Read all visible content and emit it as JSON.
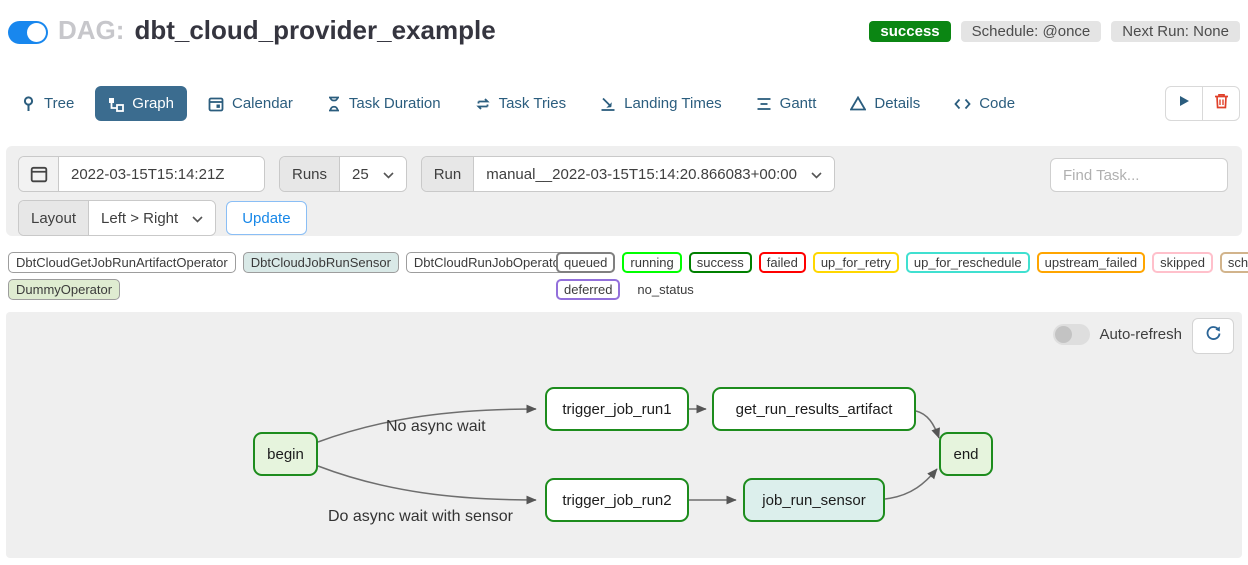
{
  "header": {
    "dag_prefix": "DAG:",
    "dag_title": "dbt_cloud_provider_example",
    "badges": {
      "status": "success",
      "schedule": "Schedule: @once",
      "next_run": "Next Run: None"
    }
  },
  "tabs": [
    {
      "label": "Tree",
      "icon": "tree-icon",
      "active": false
    },
    {
      "label": "Graph",
      "icon": "graph-icon",
      "active": true
    },
    {
      "label": "Calendar",
      "icon": "calendar-icon",
      "active": false
    },
    {
      "label": "Task Duration",
      "icon": "hourglass-icon",
      "active": false
    },
    {
      "label": "Task Tries",
      "icon": "retry-arrows-icon",
      "active": false
    },
    {
      "label": "Landing Times",
      "icon": "plane-landing-icon",
      "active": false
    },
    {
      "label": "Gantt",
      "icon": "gantt-bars-icon",
      "active": false
    },
    {
      "label": "Details",
      "icon": "triangle-icon",
      "active": false
    },
    {
      "label": "Code",
      "icon": "code-brackets-icon",
      "active": false
    }
  ],
  "filter": {
    "date_value": "2022-03-15T15:14:21Z",
    "runs_label": "Runs",
    "runs_value": "25",
    "run_label": "Run",
    "run_value": "manual__2022-03-15T15:14:20.866083+00:00",
    "find_task_placeholder": "Find Task...",
    "layout_label": "Layout",
    "layout_value": "Left > Right",
    "update_label": "Update"
  },
  "legend": {
    "operators": [
      {
        "label": "DbtCloudGetJobRunArtifactOperator",
        "bg": "#ffffff"
      },
      {
        "label": "DbtCloudJobRunSensor",
        "bg": "#d9e9e7"
      },
      {
        "label": "DbtCloudRunJobOperator",
        "bg": "#ffffff"
      },
      {
        "label": "DummyOperator",
        "bg": "#dfecd1"
      }
    ],
    "statuses": [
      {
        "label": "queued",
        "border": "#808080"
      },
      {
        "label": "running",
        "border": "#00ff00"
      },
      {
        "label": "success",
        "border": "#008000"
      },
      {
        "label": "failed",
        "border": "#ff0000"
      },
      {
        "label": "up_for_retry",
        "border": "#ffd700"
      },
      {
        "label": "up_for_reschedule",
        "border": "#40e0d0"
      },
      {
        "label": "upstream_failed",
        "border": "#ffa500"
      },
      {
        "label": "skipped",
        "border": "#ffc0cb"
      },
      {
        "label": "scheduled",
        "border": "#d2b48c"
      },
      {
        "label": "deferred",
        "border": "#9370db"
      }
    ],
    "no_status": "no_status"
  },
  "graph": {
    "auto_refresh_label": "Auto-refresh",
    "edge_labels": [
      "No async wait",
      "Do async wait with sensor"
    ],
    "nodes": [
      {
        "label": "begin",
        "fill": "#e6f4dd",
        "border": "#1d8c1d"
      },
      {
        "label": "trigger_job_run1",
        "fill": "#ffffff",
        "border": "#1d8c1d"
      },
      {
        "label": "get_run_results_artifact",
        "fill": "#ffffff",
        "border": "#1d8c1d"
      },
      {
        "label": "trigger_job_run2",
        "fill": "#ffffff",
        "border": "#1d8c1d"
      },
      {
        "label": "job_run_sensor",
        "fill": "#dcefec",
        "border": "#1d8c1d"
      },
      {
        "label": "end",
        "fill": "#e6f4dd",
        "border": "#1d8c1d"
      }
    ]
  },
  "colors": {
    "toggle_blue": "#1887ee",
    "active_tab_bg": "#3b6c8f",
    "tab_text": "#2b5d7e",
    "success_badge": "#0b8613",
    "gray_badge": "#e4e4e4",
    "accent_link": "#1787e8",
    "trash_red": "#e0402a",
    "panel_bg": "#efefef",
    "node_border": "#1d8c1d",
    "edge_stroke": "#6e6e6e"
  }
}
